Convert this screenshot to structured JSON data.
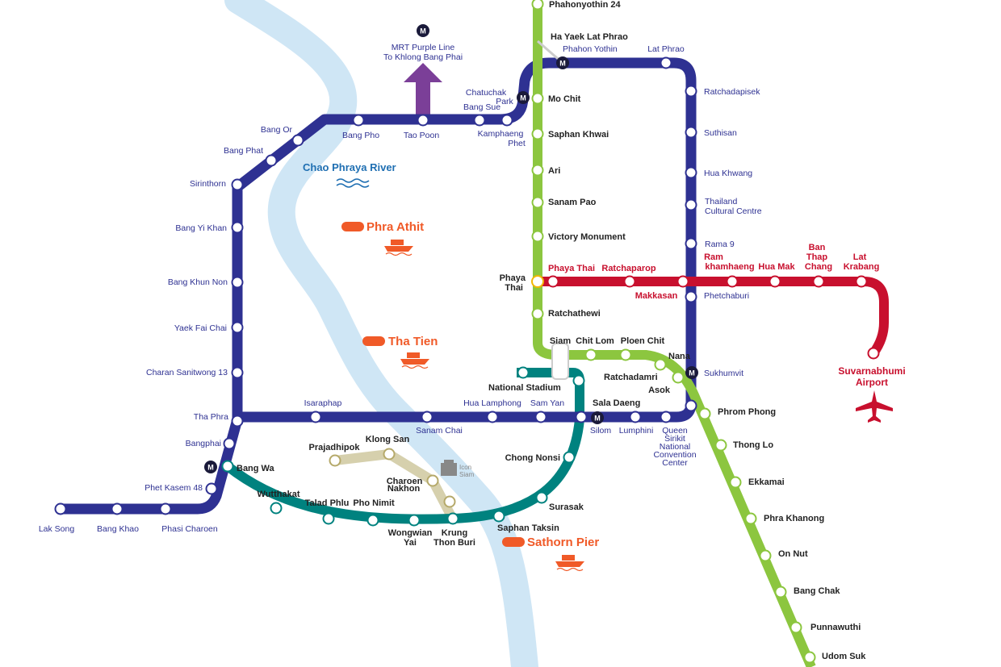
{
  "colors": {
    "blue_line": "#2e3192",
    "green_line": "#8cc63f",
    "red_line": "#c8102e",
    "teal_line": "#00827f",
    "gold_line": "#b5a96a",
    "purple_line": "#7b3f98",
    "river": "#cfe6f5",
    "pier": "#f05a28"
  },
  "labels": {
    "mrt_marker": "M",
    "purple_line_1": "MRT Purple Line",
    "purple_line_2": "To Khlong Bang Phai",
    "river": "Chao Phraya River",
    "pier_phra_athit": "Phra Athit",
    "pier_tha_tien": "Tha Tien",
    "pier_sathorn": "Sathorn  Pier",
    "airport_1": "Suvarnabhumi",
    "airport_2": "Airport",
    "icon_siam_1": "Icon",
    "icon_siam_2": "Siam"
  },
  "stations": {
    "blue": {
      "lak_song": "Lak Song",
      "bang_khao": "Bang Khao",
      "phasi_charoen": "Phasi  Charoen",
      "phet_kasem_48": "Phet Kasem 48",
      "bangphai": "Bangphai",
      "tha_phra": "Tha Phra",
      "charan_13": "Charan Sanitwong 13",
      "yaek_fai_chai": "Yaek Fai Chai",
      "bang_khun_non": "Bang Khun Non",
      "bang_yi_khan": "Bang Yi Khan",
      "sirinthorn": "Sirinthorn",
      "bang_phat": "Bang Phat",
      "bang_or": "Bang Or",
      "bang_pho": "Bang Pho",
      "tao_poon": "Tao Poon",
      "bang_sue": "Bang Sue",
      "kamphaeng_phet_1": "Kamphaeng",
      "kamphaeng_phet_2": "Phet",
      "chatuchak_1": "Chatuchak",
      "chatuchak_2": "Park",
      "phahon_yothin": "Phahon Yothin",
      "lat_phrao": "Lat Phrao",
      "ratchadapisek": "Ratchadapisek",
      "suthisan": "Suthisan",
      "hua_khwang": "Hua Khwang",
      "thailand_cc_1": "Thailand",
      "thailand_cc_2": "Cultural Centre",
      "rama_9": "Rama 9",
      "phetchaburi": "Phetchaburi",
      "sukhumvit": "Sukhumvit",
      "qsncc_1": "Queen",
      "qsncc_2": "Sirikit",
      "qsncc_3": "National",
      "qsncc_4": "Convention",
      "qsncc_5": "Center",
      "lumphini": "Lumphini",
      "silom": "Silom",
      "sam_yan": "Sam Yan",
      "hua_lamphong": "Hua Lamphong",
      "sanam_chai": "Sanam Chai",
      "isaraphap": "Isaraphap"
    },
    "green": {
      "phahonyothin_24": "Phahonyothin 24",
      "ha_yaek": "Ha Yaek Lat Phrao",
      "mo_chit": "Mo Chit",
      "saphan_khwai": "Saphan Khwai",
      "ari": "Ari",
      "sanam_pao": "Sanam Pao",
      "victory": "Victory Monument",
      "phaya_thai_1": "Phaya",
      "phaya_thai_2": "Thai",
      "ratchathewi": "Ratchathewi",
      "siam": "Siam",
      "chit_lom": "Chit Lom",
      "ploen_chit": "Ploen Chit",
      "nana": "Nana",
      "asok": "Asok",
      "phrom_phong": "Phrom Phong",
      "thong_lo": "Thong Lo",
      "ekkamai": "Ekkamai",
      "phra_khanong": "Phra Khanong",
      "on_nut": "On Nut",
      "bang_chak": "Bang Chak",
      "punnawuthi": "Punnawuthi",
      "udom_suk": "Udom Suk"
    },
    "teal": {
      "national_stadium": "National Stadium",
      "ratchadamri": "Ratchadamri",
      "sala_daeng": "Sala Daeng",
      "chong_nonsi": "Chong Nonsi",
      "surasak": "Surasak",
      "saphan_taksin": "Saphan Taksin",
      "krung_1": "Krung",
      "krung_2": "Thon Buri",
      "wongwian_1": "Wongwian",
      "wongwian_2": "Yai",
      "pho_nimit": "Pho Nimit",
      "talad_phlu": "Talad Phlu",
      "wutthakat": "Wutthakat",
      "bang_wa": "Bang Wa"
    },
    "gold": {
      "prajadhipok": "Prajadhipok",
      "klong_san": "Klong San",
      "charoen_1": "Charoen",
      "charoen_2": "Nakhon"
    },
    "red": {
      "phaya_thai": "Phaya Thai",
      "ratchaparop": "Ratchaparop",
      "makkasan": "Makkasan",
      "ram_1": "Ram",
      "ram_2": "khamhaeng",
      "hua_mak": "Hua Mak",
      "ban_1": "Ban",
      "ban_2": "Thap",
      "ban_3": "Chang",
      "lat_1": "Lat",
      "lat_2": "Krabang"
    }
  }
}
